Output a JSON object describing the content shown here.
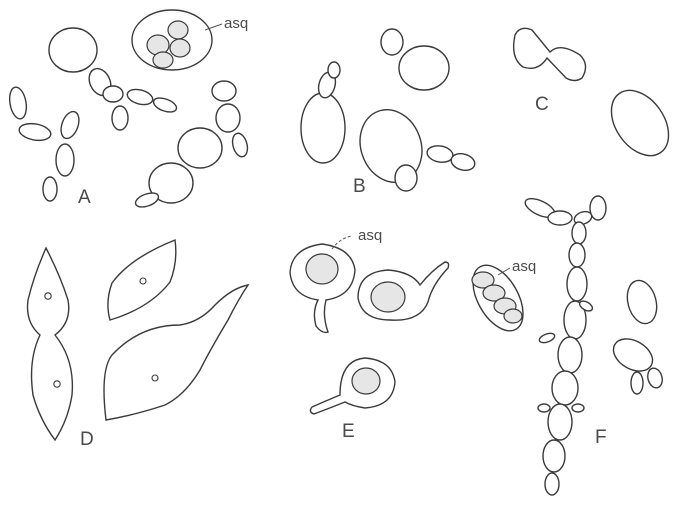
{
  "figure": {
    "panels": [
      {
        "id": "A",
        "label": "A"
      },
      {
        "id": "B",
        "label": "B"
      },
      {
        "id": "C",
        "label": "C"
      },
      {
        "id": "D",
        "label": "D"
      },
      {
        "id": "E",
        "label": "E"
      },
      {
        "id": "F",
        "label": "F"
      }
    ],
    "callouts": [
      "asq",
      "asq",
      "asq"
    ]
  }
}
